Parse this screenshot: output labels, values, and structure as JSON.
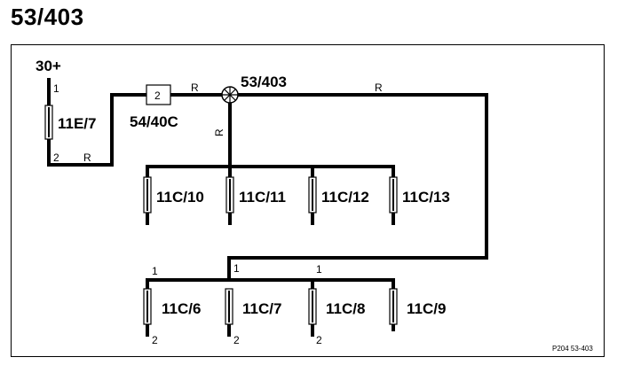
{
  "title": "53/403",
  "source": {
    "label": "30+",
    "fuse": "11E/7",
    "pin_in": "1",
    "pin_out": "2"
  },
  "wire_color_code": "R",
  "connector": {
    "label": "54/40C",
    "pin": "2"
  },
  "splice": {
    "label": "53/403"
  },
  "top_row_fuses": [
    "11C/10",
    "11C/11",
    "11C/12",
    "11C/13"
  ],
  "bottom_row": {
    "fuses": [
      "11C/6",
      "11C/7",
      "11C/8",
      "11C/9"
    ],
    "pin_top": "1",
    "pin_bottom": "2"
  },
  "footer": "P204  53-403"
}
